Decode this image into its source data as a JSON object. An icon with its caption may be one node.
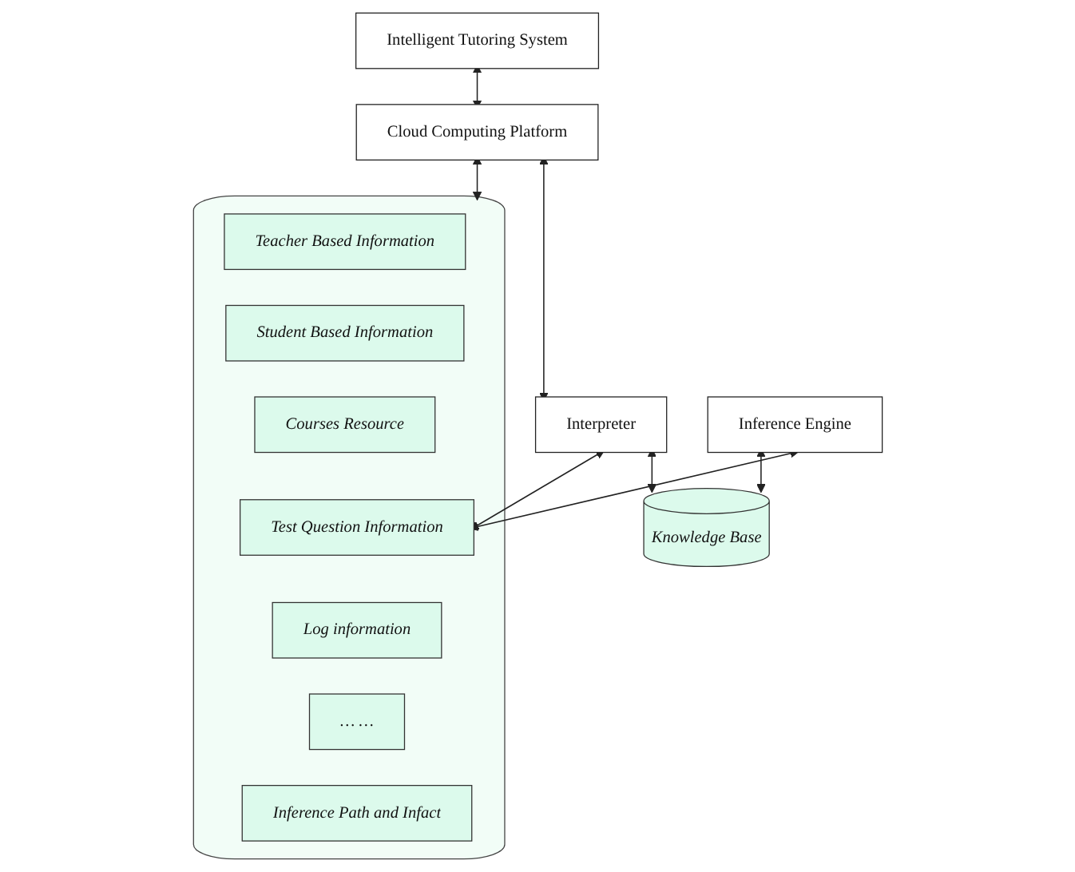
{
  "diagram": {
    "nodes": [
      {
        "text": [
          "Intelligent Tutoring System"
        ]
      },
      {
        "text": [
          "Cloud Computing Platform"
        ]
      },
      {
        "text": [],
        "shape": "cylinder"
      },
      {
        "text": [
          "Teacher Based Information"
        ],
        "in": 2
      },
      {
        "text": [
          "Student Based Information"
        ],
        "in": 2
      },
      {
        "text": [
          "Courses Resource"
        ],
        "in": 2
      },
      {
        "text": [
          "Test Question Information"
        ],
        "in": 2
      },
      {
        "text": [
          "Log information"
        ],
        "in": 2
      },
      {
        "text": [
          "… …"
        ],
        "in": 2
      },
      {
        "text": [
          "Inference Path and Infact"
        ],
        "in": 2
      },
      {
        "text": [
          "Interpreter"
        ]
      },
      {
        "text": [
          "Inference Engine"
        ]
      },
      {
        "text": [
          "Knowledge Base"
        ]
      }
    ],
    "edges": [
      {
        "from": 0,
        "to": 1,
        "arrow": "both"
      },
      {
        "from": 1,
        "to": 2,
        "arrow": "both"
      },
      {
        "from": 1,
        "to": 10,
        "arrow": "both"
      },
      {
        "from": 10,
        "to": 6,
        "arrow": "both"
      },
      {
        "from": 11,
        "to": 6,
        "arrow": "both"
      },
      {
        "from": 10,
        "to": 12,
        "arrow": "both"
      },
      {
        "from": 11,
        "to": 12,
        "arrow": "both"
      }
    ]
  }
}
